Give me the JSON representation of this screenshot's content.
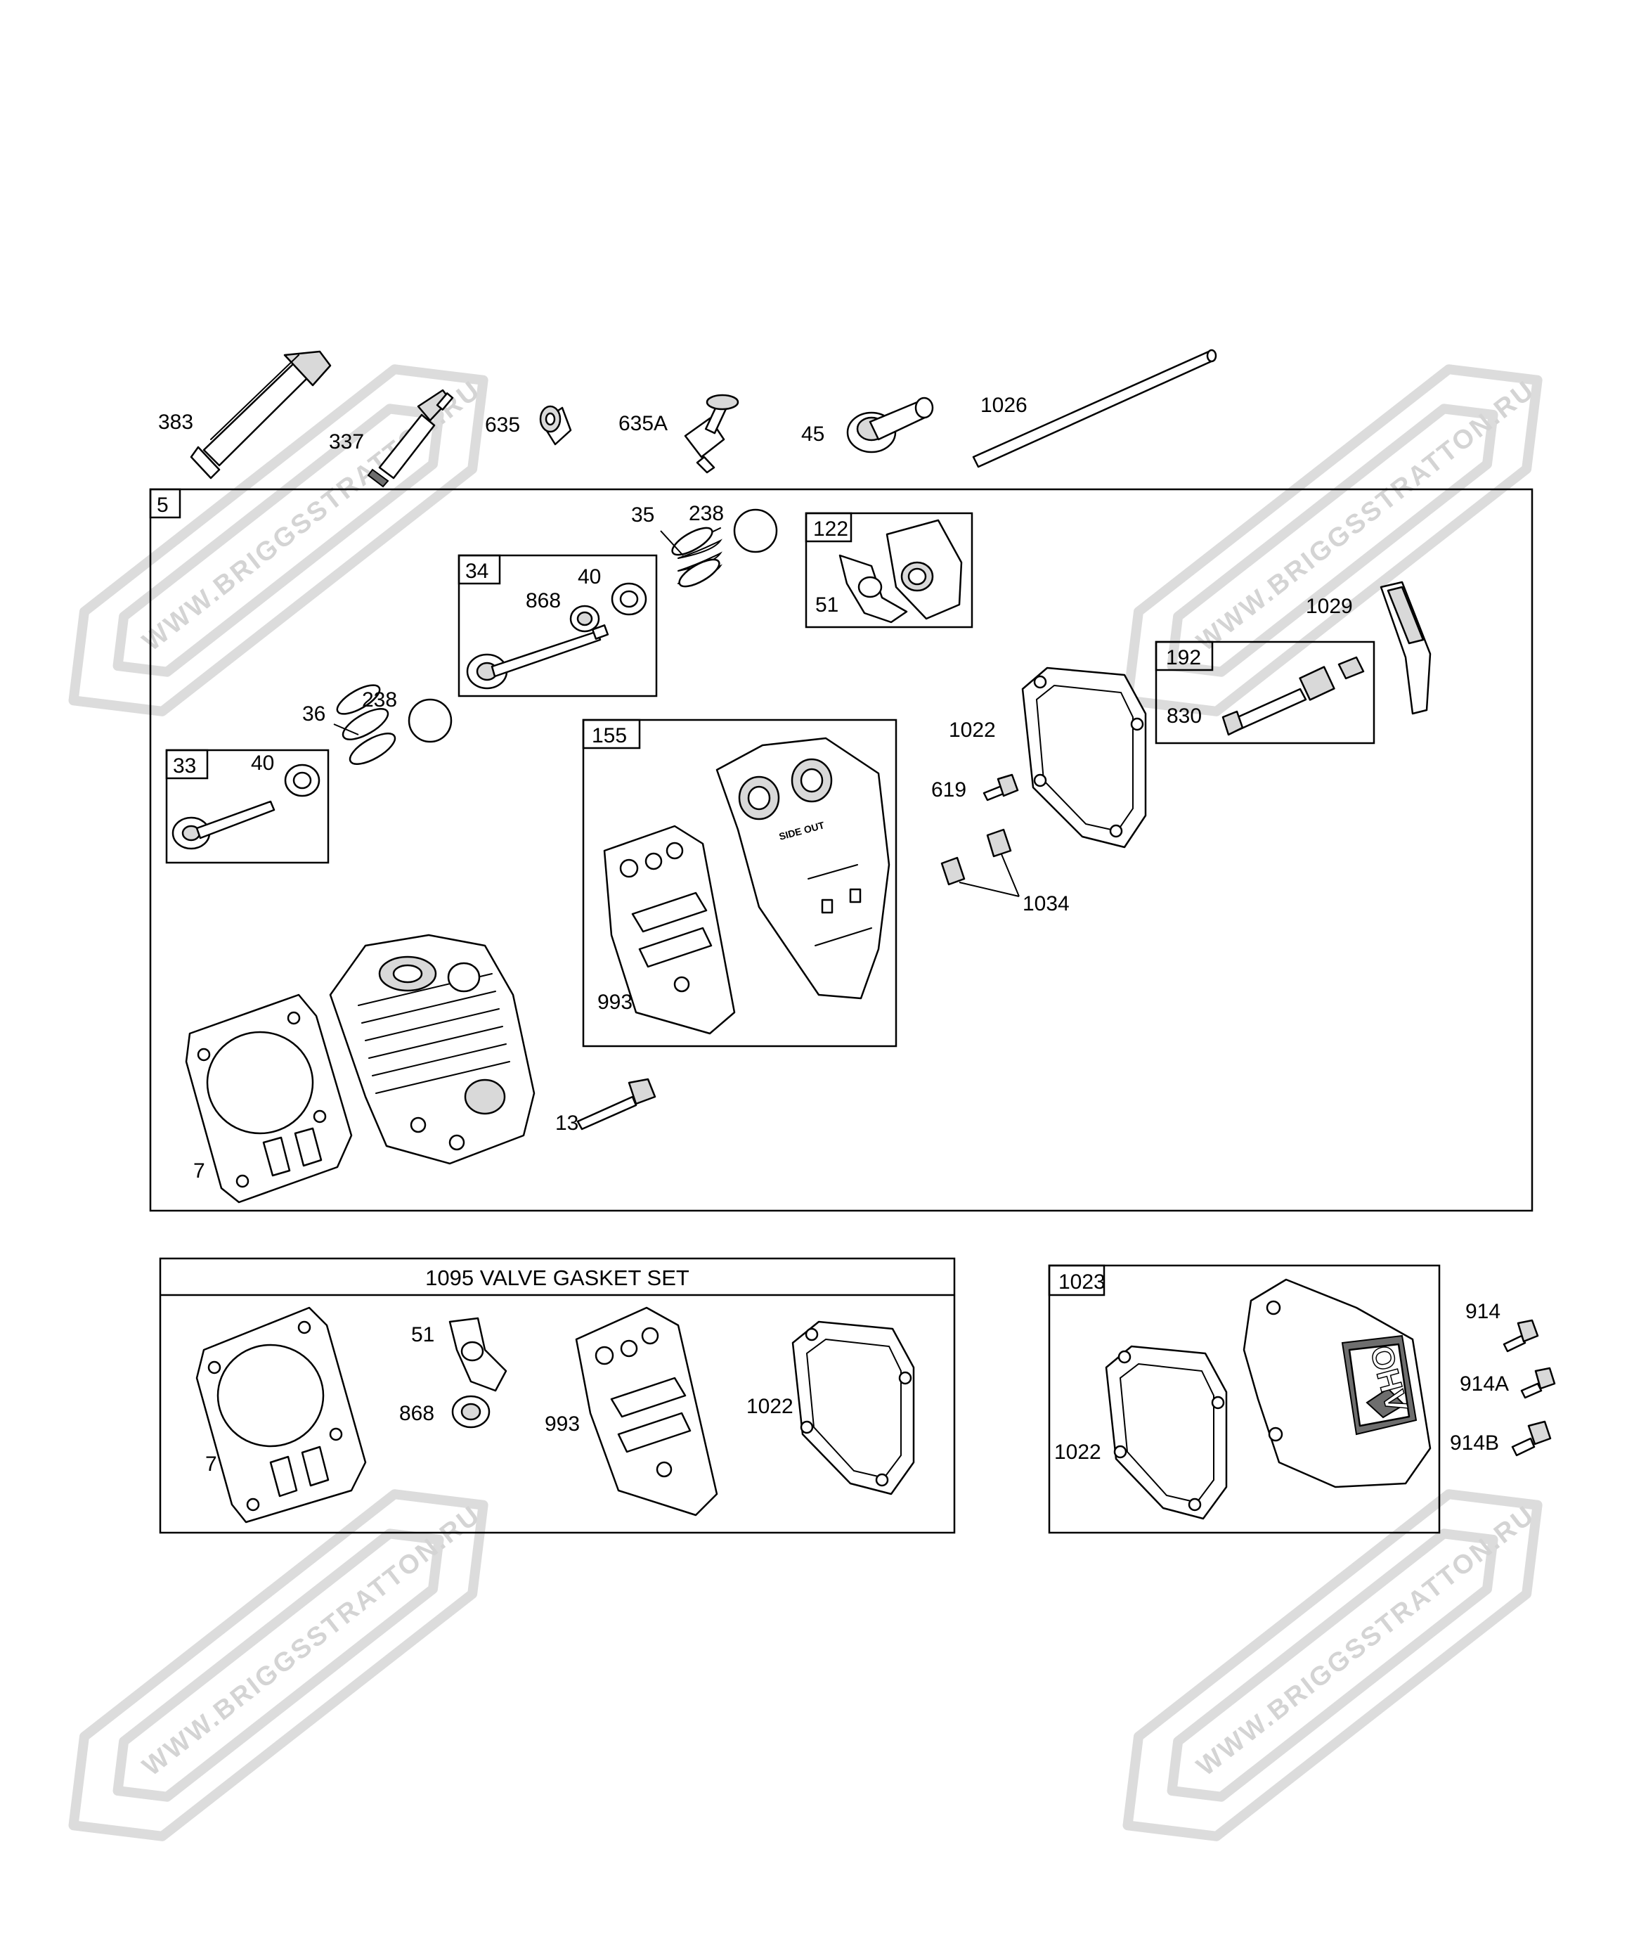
{
  "watermark": {
    "text": "WWW.BRIGGSSTRATTON.RU"
  },
  "labels": {
    "p383": "383",
    "p337": "337",
    "p635": "635",
    "p635a": "635A",
    "p45": "45",
    "p1026": "1026",
    "p35": "35",
    "p238_top": "238",
    "p40_top": "40",
    "p868_top": "868",
    "p51_top": "51",
    "p1029": "1029",
    "p830": "830",
    "p1022_main": "1022",
    "p619": "619",
    "p1034": "1034",
    "p36": "36",
    "p238_mid": "238",
    "p40_mid": "40",
    "p993_main": "993",
    "p13": "13",
    "p7_main": "7",
    "p51_set": "51",
    "p868_set": "868",
    "p993_set": "993",
    "p1022_set": "1022",
    "p7_set": "7",
    "p1022_cover": "1022",
    "p914": "914",
    "p914a": "914A",
    "p914b": "914B"
  },
  "boxes": {
    "b5": "5",
    "b34": "34",
    "b122": "122",
    "b192": "192",
    "b33": "33",
    "b155": "155",
    "b1023": "1023"
  },
  "gasket_set_title": "1095 VALVE GASKET SET",
  "gasket_stamp": "SIDE OUT",
  "cover_logo": "OHV"
}
